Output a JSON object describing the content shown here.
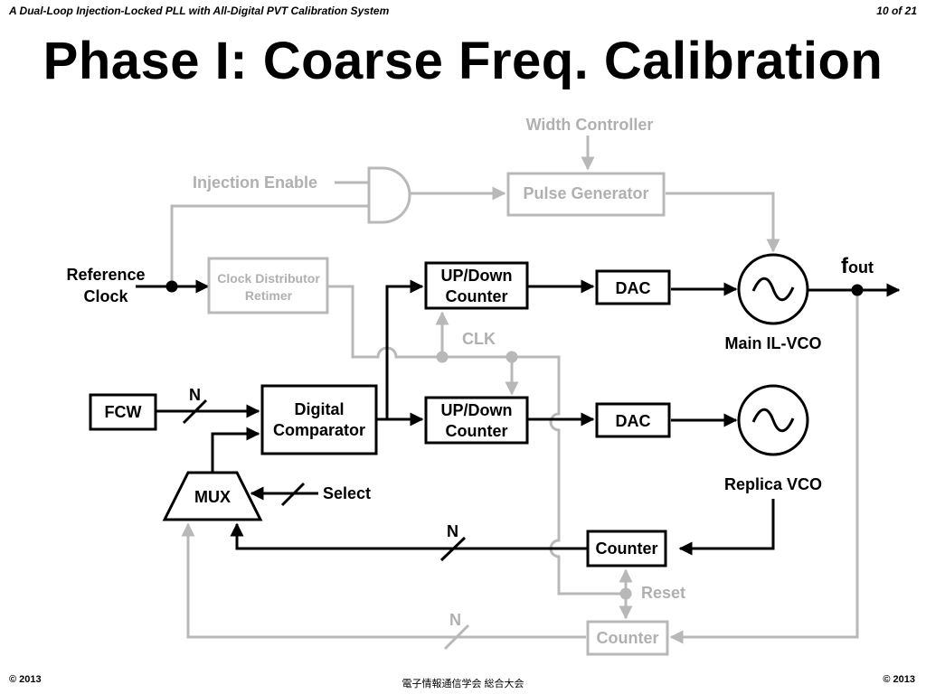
{
  "header": {
    "left": "A Dual-Loop Injection-Locked PLL with All-Digital PVT Calibration System",
    "right": "10 of 21"
  },
  "title": "Phase I: Coarse Freq. Calibration",
  "footer": {
    "left": "© 2013",
    "center": "電子情報通信学会 総合大会",
    "right": "© 2013"
  },
  "diagram": {
    "width_controller": "Width Controller",
    "injection_enable": "Injection Enable",
    "pulse_generator": "Pulse Generator",
    "reference_clock_line1": "Reference",
    "reference_clock_line2": "Clock",
    "clock_distributor_line1": "Clock Distributor",
    "clock_distributor_line2": "Retimer",
    "updown_counter_top_line1": "UP/Down",
    "updown_counter_top_line2": "Counter",
    "updown_counter_bottom_line1": "UP/Down",
    "updown_counter_bottom_line2": "Counter",
    "dac_top": "DAC",
    "dac_bottom": "DAC",
    "clk_label": "CLK",
    "fout_main": "f",
    "fout_sub": "out",
    "main_vco_label": "Main IL-VCO",
    "replica_vco_label": "Replica VCO",
    "fcw": "FCW",
    "n_fcw": "N",
    "digital_comparator_line1": "Digital",
    "digital_comparator_line2": "Comparator",
    "mux": "MUX",
    "select": "Select",
    "counter_black": "Counter",
    "n_counter_black": "N",
    "reset": "Reset",
    "counter_gray": "Counter",
    "n_counter_gray": "N"
  }
}
